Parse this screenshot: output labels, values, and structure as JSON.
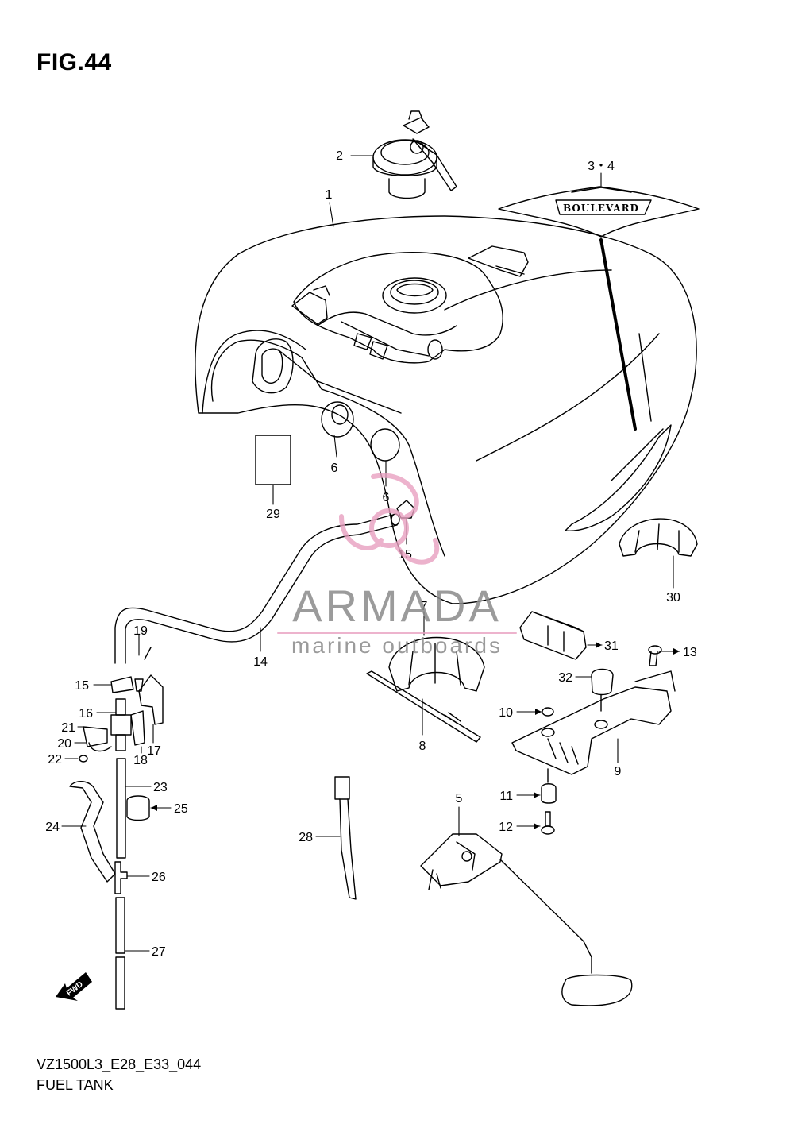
{
  "figure": {
    "title": "FIG.44",
    "model_code": "VZ1500L3_E28_E33_044",
    "caption": "FUEL TANK"
  },
  "callouts": [
    {
      "id": "c1",
      "text": "1"
    },
    {
      "id": "c2",
      "text": "2"
    },
    {
      "id": "c34",
      "text": "3・4"
    },
    {
      "id": "c5",
      "text": "5"
    },
    {
      "id": "c6a",
      "text": "6"
    },
    {
      "id": "c6b",
      "text": "6"
    },
    {
      "id": "c7",
      "text": "7"
    },
    {
      "id": "c8",
      "text": "8"
    },
    {
      "id": "c9",
      "text": "9"
    },
    {
      "id": "c10",
      "text": "10"
    },
    {
      "id": "c11",
      "text": "11"
    },
    {
      "id": "c12",
      "text": "12"
    },
    {
      "id": "c13",
      "text": "13"
    },
    {
      "id": "c14",
      "text": "14"
    },
    {
      "id": "c15a",
      "text": "15"
    },
    {
      "id": "c15b",
      "text": "15"
    },
    {
      "id": "c16",
      "text": "16"
    },
    {
      "id": "c17",
      "text": "17"
    },
    {
      "id": "c18",
      "text": "18"
    },
    {
      "id": "c19",
      "text": "19"
    },
    {
      "id": "c20",
      "text": "20"
    },
    {
      "id": "c21",
      "text": "21"
    },
    {
      "id": "c22",
      "text": "22"
    },
    {
      "id": "c23",
      "text": "23"
    },
    {
      "id": "c24",
      "text": "24"
    },
    {
      "id": "c25",
      "text": "25"
    },
    {
      "id": "c26",
      "text": "26"
    },
    {
      "id": "c27",
      "text": "27"
    },
    {
      "id": "c28",
      "text": "28"
    },
    {
      "id": "c29",
      "text": "29"
    },
    {
      "id": "c30",
      "text": "30"
    },
    {
      "id": "c31",
      "text": "31"
    },
    {
      "id": "c32",
      "text": "32"
    }
  ],
  "emblem_text": "BOULEVARD",
  "fwd_arrow_text": "FWD",
  "watermark": {
    "brand": "ARMADA",
    "tagline": "marine outboards",
    "logo_color": "#e8a0c0",
    "text_color": "#8a8a8a"
  }
}
